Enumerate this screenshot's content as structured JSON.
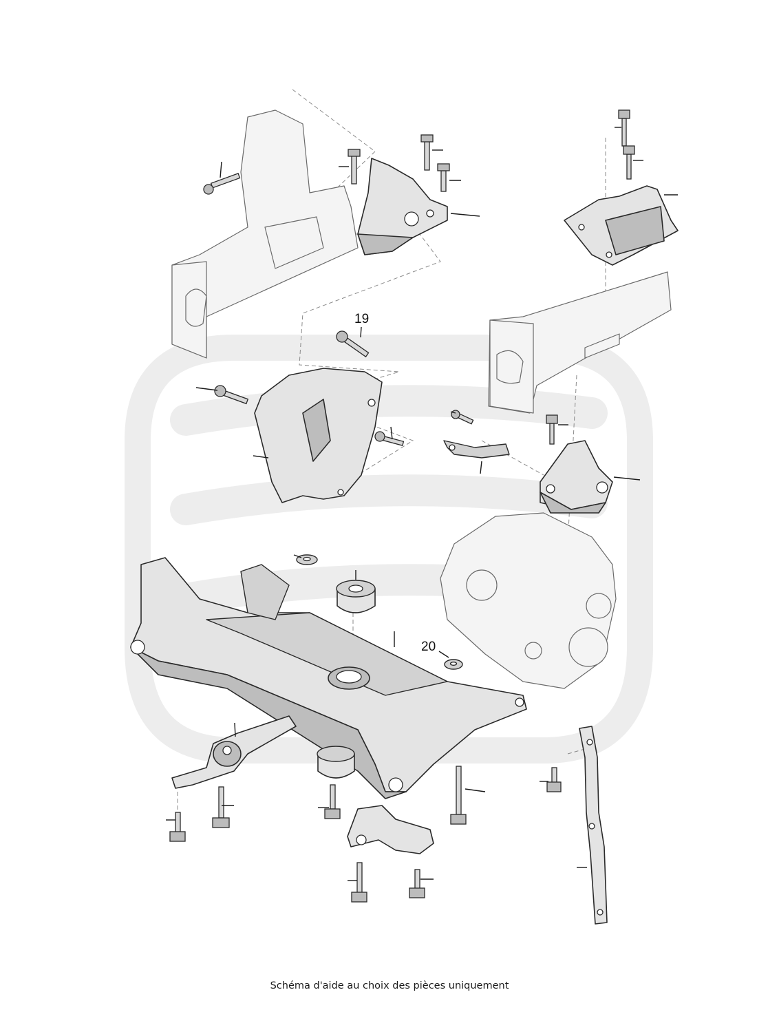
{
  "callouts": {
    "bolt_19": "19",
    "washer_20": "20"
  },
  "caption": "Schéma d'aide au choix des pièces uniquement"
}
